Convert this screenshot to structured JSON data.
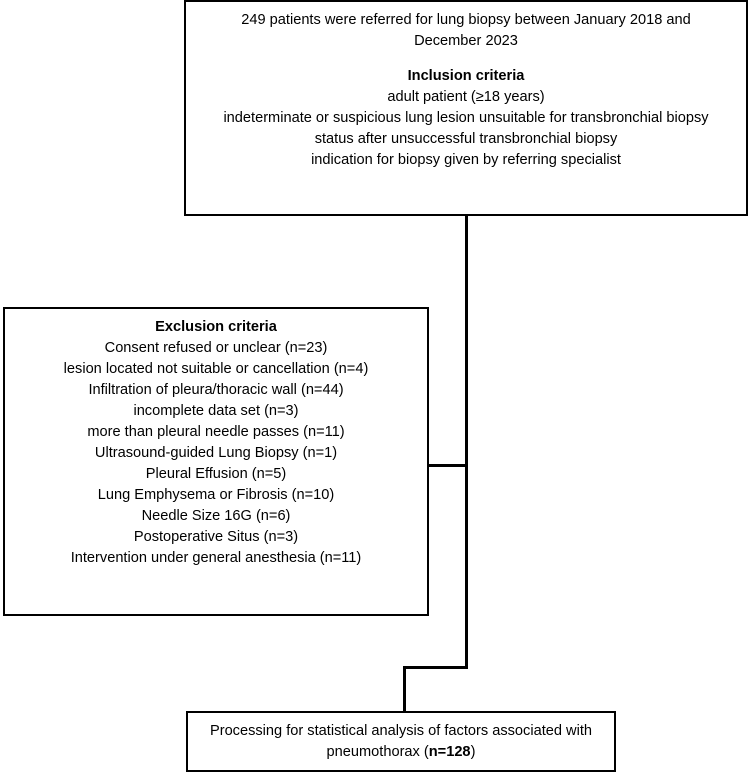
{
  "inclusion": {
    "title_line_1": "249 patients were referred for lung biopsy between January 2018 and",
    "title_line_2": "December 2023",
    "heading": "Inclusion criteria",
    "criteria": [
      "adult patient (≥18 years)",
      "indeterminate or suspicious lung lesion unsuitable for transbronchial biopsy",
      "status after unsuccessful transbronchial biopsy",
      "indication for biopsy given by referring specialist"
    ]
  },
  "exclusion": {
    "heading": "Exclusion criteria",
    "criteria": [
      "Consent refused or unclear (n=23)",
      "lesion located not suitable or cancellation (n=4)",
      "Infiltration of pleura/thoracic wall (n=44)",
      "incomplete data set (n=3)",
      "more than pleural needle passes (n=11)",
      "Ultrasound-guided Lung Biopsy (n=1)",
      "Pleural Effusion (n=5)",
      "Lung Emphysema or Fibrosis (n=10)",
      "Needle Size 16G (n=6)",
      "Postoperative Situs (n=3)",
      "Intervention under general anesthesia (n=11)"
    ]
  },
  "outcome": {
    "line_1": "Processing for statistical analysis of factors associated with",
    "line_2_prefix": "pneumothorax (",
    "line_2_count": "n=128",
    "line_2_suffix": ")"
  },
  "style": {
    "line_color": "#000000",
    "box_border_color": "#000000",
    "background_color": "#ffffff",
    "text_color": "#000000"
  }
}
